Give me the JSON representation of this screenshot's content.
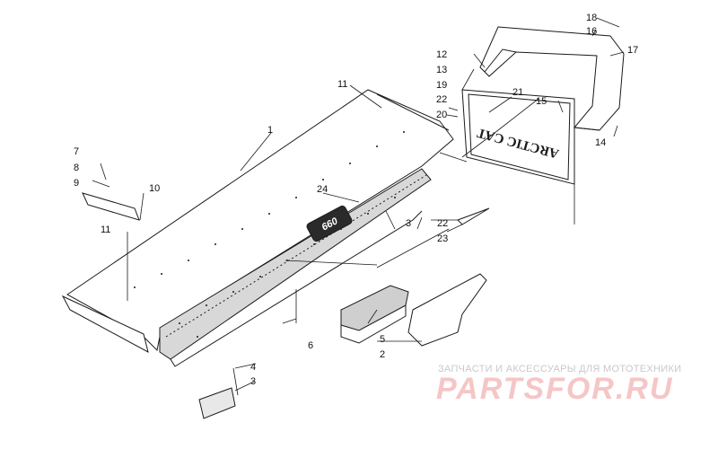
{
  "diagram": {
    "part_labels": [
      "1",
      "2",
      "3",
      "3",
      "4",
      "5",
      "6",
      "7",
      "8",
      "9",
      "10",
      "11",
      "11",
      "12",
      "13",
      "14",
      "15",
      "16",
      "17",
      "18",
      "19",
      "20",
      "21",
      "22",
      "22",
      "23",
      "24"
    ],
    "badge_text": "660",
    "flap_text": "ARCTIC CAT"
  },
  "watermark": {
    "tagline": "ЗАПЧАСТИ И АКСЕССУАРЫ ДЛЯ МОТОТЕХНИКИ",
    "logo": "PARTSFOR.RU"
  },
  "colors": {
    "line": "#1a1a1a",
    "shade": "#9a9a9a",
    "watermark_text": "#c9c9c9",
    "watermark_logo": "#f5c6c6"
  }
}
